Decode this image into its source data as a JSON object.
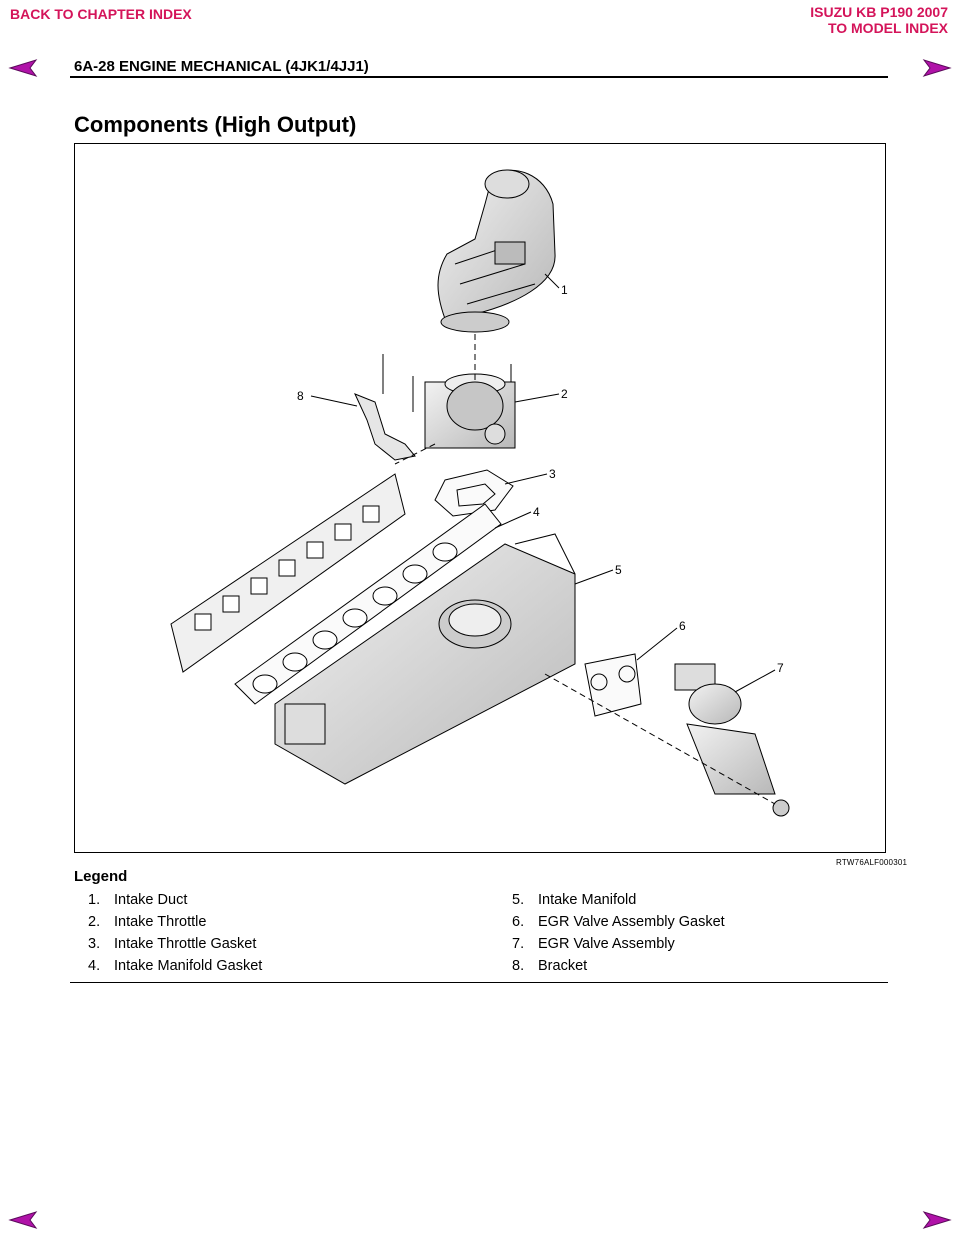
{
  "nav": {
    "back_to_chapter": "BACK TO CHAPTER INDEX",
    "model_line1": "ISUZU KB P190 2007",
    "model_line2": "TO MODEL INDEX",
    "accent_color": "#d4145a",
    "arrow_color": "#b012a8"
  },
  "header": {
    "title": "6A-28  ENGINE MECHANICAL (4JK1/4JJ1)"
  },
  "section": {
    "title": "Components (High Output)"
  },
  "figure": {
    "code": "RTW76ALF000301",
    "callouts": [
      "1",
      "2",
      "3",
      "4",
      "5",
      "6",
      "7",
      "8"
    ]
  },
  "legend": {
    "title": "Legend",
    "left": [
      {
        "num": "1.",
        "label": "Intake Duct"
      },
      {
        "num": "2.",
        "label": "Intake Throttle"
      },
      {
        "num": "3.",
        "label": "Intake Throttle Gasket"
      },
      {
        "num": "4.",
        "label": "Intake Manifold Gasket"
      }
    ],
    "right": [
      {
        "num": "5.",
        "label": "Intake Manifold"
      },
      {
        "num": "6.",
        "label": "EGR Valve Assembly Gasket"
      },
      {
        "num": "7.",
        "label": "EGR Valve Assembly"
      },
      {
        "num": "8.",
        "label": "Bracket"
      }
    ]
  }
}
